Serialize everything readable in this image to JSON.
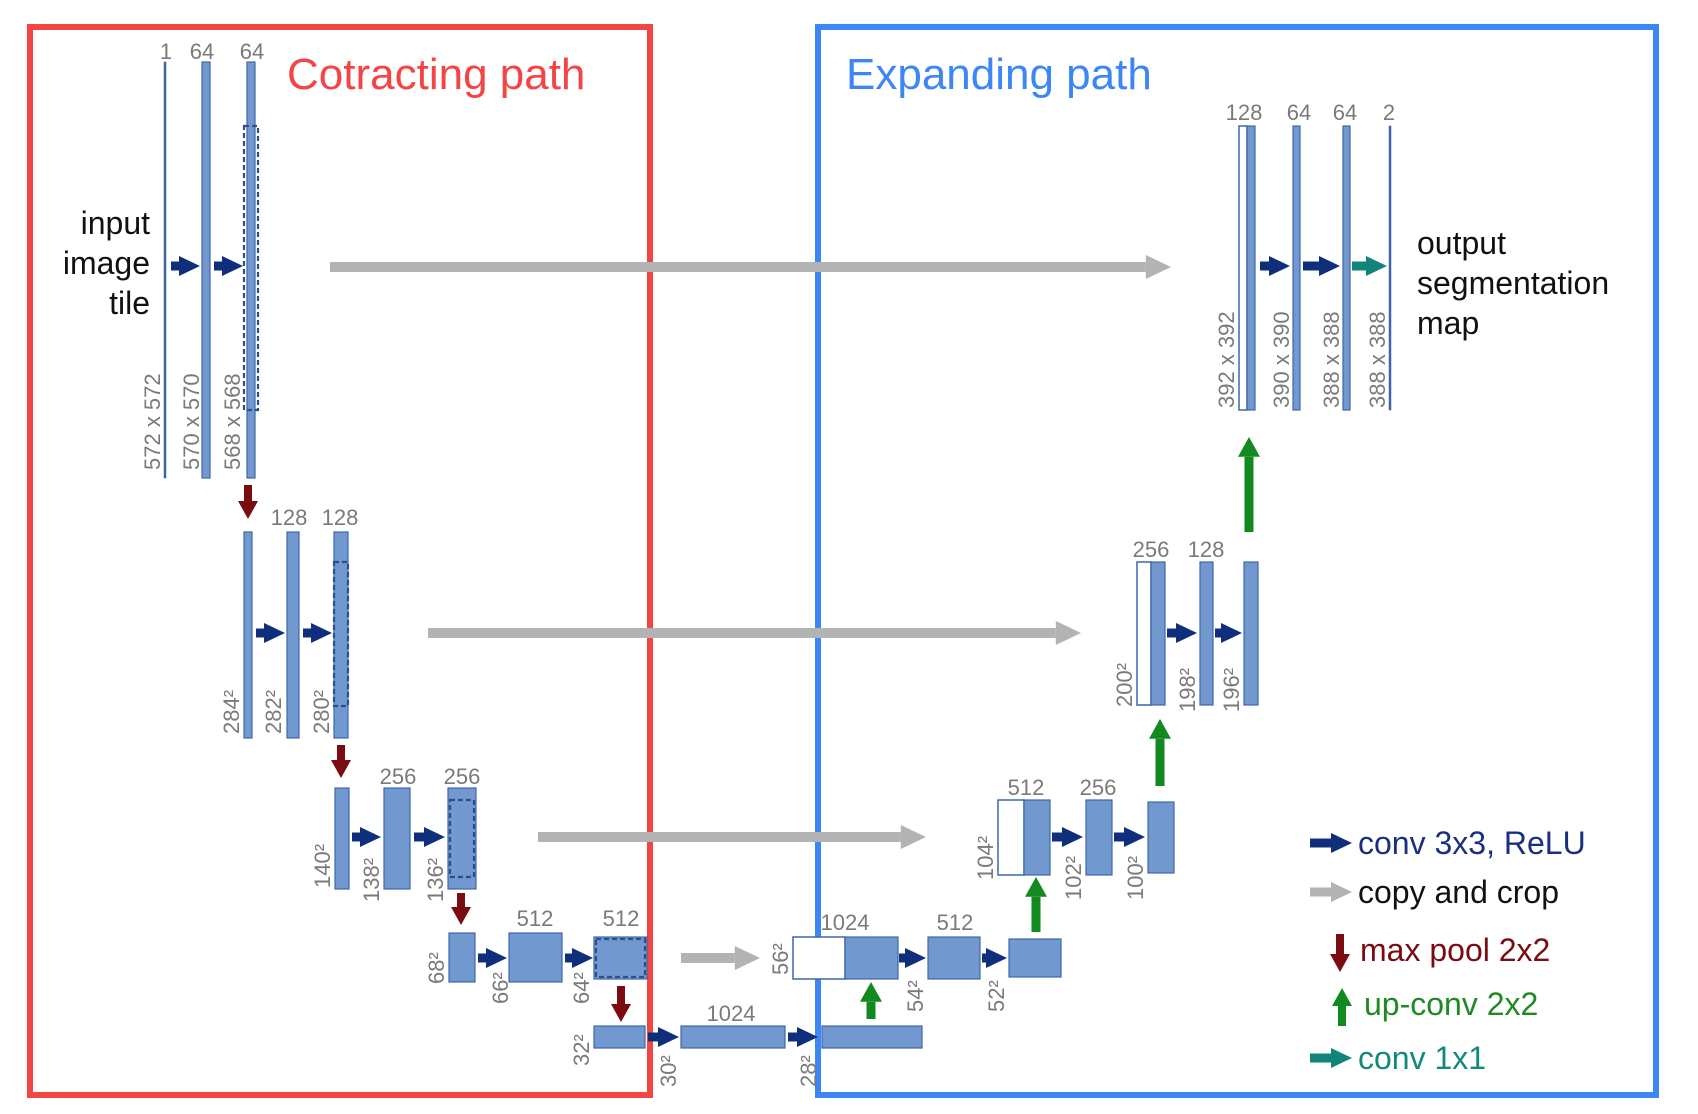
{
  "regions": {
    "contracting_title": "Cotracting path",
    "expanding_title": "Expanding path"
  },
  "input_label": [
    "input",
    "image",
    "tile"
  ],
  "output_label": [
    "output",
    "segmentation",
    "map"
  ],
  "labels": [
    {
      "id": "ch-1",
      "text": "1"
    },
    {
      "id": "ch-64a",
      "text": "64"
    },
    {
      "id": "ch-64b",
      "text": "64"
    },
    {
      "id": "sz-572",
      "text": "572 x 572"
    },
    {
      "id": "sz-570",
      "text": "570 x 570"
    },
    {
      "id": "sz-568",
      "text": "568 x 568"
    },
    {
      "id": "ch-128a",
      "text": "128"
    },
    {
      "id": "ch-128b",
      "text": "128"
    },
    {
      "id": "sz-284",
      "text": "284²"
    },
    {
      "id": "sz-282",
      "text": "282²"
    },
    {
      "id": "sz-280",
      "text": "280²"
    },
    {
      "id": "ch-256a",
      "text": "256"
    },
    {
      "id": "ch-256b",
      "text": "256"
    },
    {
      "id": "sz-140",
      "text": "140²"
    },
    {
      "id": "sz-138",
      "text": "138²"
    },
    {
      "id": "sz-136",
      "text": "136²"
    },
    {
      "id": "ch-512a",
      "text": "512"
    },
    {
      "id": "ch-512b",
      "text": "512"
    },
    {
      "id": "sz-68",
      "text": "68²"
    },
    {
      "id": "sz-66",
      "text": "66²"
    },
    {
      "id": "sz-64",
      "text": "64²"
    },
    {
      "id": "ch-1024",
      "text": "1024"
    },
    {
      "id": "sz-32",
      "text": "32²"
    },
    {
      "id": "sz-30",
      "text": "30²"
    },
    {
      "id": "sz-28",
      "text": "28²"
    },
    {
      "id": "ch-1024b",
      "text": "1024"
    },
    {
      "id": "ch-512c",
      "text": "512"
    },
    {
      "id": "sz-56",
      "text": "56²"
    },
    {
      "id": "sz-54",
      "text": "54²"
    },
    {
      "id": "sz-52",
      "text": "52²"
    },
    {
      "id": "ch-512d",
      "text": "512"
    },
    {
      "id": "ch-256c",
      "text": "256"
    },
    {
      "id": "sz-104",
      "text": "104²"
    },
    {
      "id": "sz-102",
      "text": "102²"
    },
    {
      "id": "sz-100",
      "text": "100²"
    },
    {
      "id": "ch-256d",
      "text": "256"
    },
    {
      "id": "ch-128c",
      "text": "128"
    },
    {
      "id": "sz-200",
      "text": "200²"
    },
    {
      "id": "sz-198",
      "text": "198²"
    },
    {
      "id": "sz-196",
      "text": "196²"
    },
    {
      "id": "ch-128d",
      "text": "128"
    },
    {
      "id": "ch-64c",
      "text": "64"
    },
    {
      "id": "ch-64d",
      "text": "64"
    },
    {
      "id": "ch-2",
      "text": "2"
    },
    {
      "id": "sz-392",
      "text": "392 x 392"
    },
    {
      "id": "sz-390",
      "text": "390 x 390"
    },
    {
      "id": "sz-388a",
      "text": "388 x 388"
    },
    {
      "id": "sz-388b",
      "text": "388 x 388"
    }
  ],
  "legend": [
    {
      "label": "conv 3x3, ReLU",
      "kind": "conv"
    },
    {
      "label": "copy and crop",
      "kind": "copy"
    },
    {
      "label": "max pool 2x2",
      "kind": "pool"
    },
    {
      "label": "up-conv 2x2",
      "kind": "up"
    },
    {
      "label": "conv 1x1",
      "kind": "conv1x1"
    }
  ],
  "colors": {
    "contracting_border": "#f44545",
    "expanding_border": "#3d86f6",
    "feature_map": "#7199cf",
    "feature_map_stroke": "#3f66a6",
    "conv_arrow": "#0f2f7c",
    "copy_arrow": "#b3b3b3",
    "pool_arrow": "#7a0b10",
    "upconv_arrow": "#128a1f",
    "conv1x1_arrow": "#12857a",
    "label_gray": "#7a7a7a",
    "conv_text": "#1a2f80",
    "pool_text": "#7a0b10",
    "up_text": "#1f8a22",
    "conv1x1_text": "#128a7a"
  }
}
